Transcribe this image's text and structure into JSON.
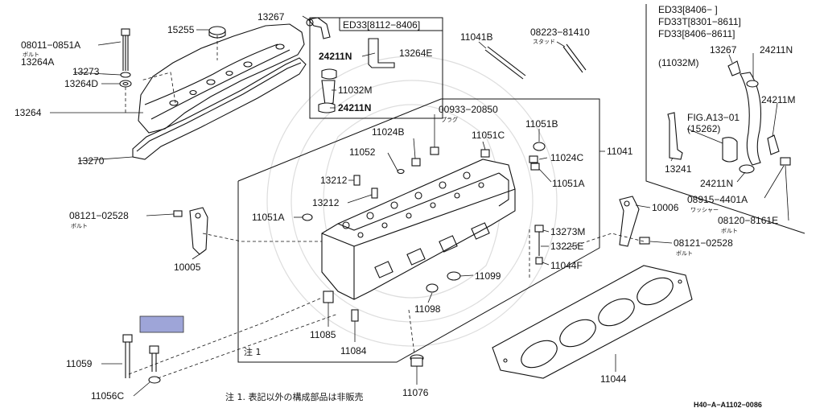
{
  "parts": {
    "p_08011_0851A": "08011−0851A",
    "bolt_1": "ボルト",
    "p_13264A": "13264A",
    "p_15255": "15255",
    "p_13267_top": "13267",
    "p_13273_left": "13273",
    "p_13264D": "13264D",
    "p_13264": "13264",
    "p_13270": "13270",
    "p_08121_02528_left": "08121−02528",
    "bolt_2": "ボルト",
    "p_10005": "10005",
    "p_11059": "11059",
    "p_11056C": "11056C",
    "p_11041B": "11041B",
    "p_08223_81410": "08223−81410",
    "stud": "スタッド",
    "p_00933_20850": "00933−20850",
    "plug": "プラグ",
    "p_11024B": "11024B",
    "p_11051C": "11051C",
    "p_11051B": "11051B",
    "p_11052": "11052",
    "p_11024C": "11024C",
    "p_11041": "11041",
    "p_11051A_right": "11051A",
    "p_13212_a": "13212",
    "p_13212_b": "13212",
    "p_11051A_left": "11051A",
    "p_13273M": "13273M",
    "p_13225E": "13225E",
    "p_11044F": "11044F",
    "p_11099": "11099",
    "p_11098": "11098",
    "p_11085": "11085",
    "p_11084": "11084",
    "p_11076": "11076",
    "p_11044": "11044",
    "note_ref": "注 1",
    "p_10006": "10006",
    "p_08121_02528_right": "08121−02528",
    "bolt_3": "ボルト",
    "footnote": "注 1. 表記以外の構成部品は非販売",
    "diagram_code": "H40−A−A1102−0086"
  },
  "inset_top": {
    "title": "ED33[8112−8406]",
    "p_24211N_a": "24211N",
    "p_13264E": "13264E",
    "p_11032M": "11032M",
    "p_24211N_b": "24211N"
  },
  "inset_right": {
    "line1": "ED33[8406−       ]",
    "line2": "FD33T[8301−8611]",
    "line3": "FD33[8406−8611]",
    "p_13267": "13267",
    "p_24211N_a": "24211N",
    "p_11032M": "(11032M)",
    "p_24211M": "24211M",
    "fig_ref": "FIG.A13−01",
    "fig_sub": "(15262)",
    "p_13241": "13241",
    "p_24211N_b": "24211N",
    "p_08915_4401A": "08915−4401A",
    "washer": "ワッシャー",
    "p_08120_8161E": "08120−8161E",
    "bolt": "ボルト"
  },
  "highlight_color": "#9ea5d8"
}
